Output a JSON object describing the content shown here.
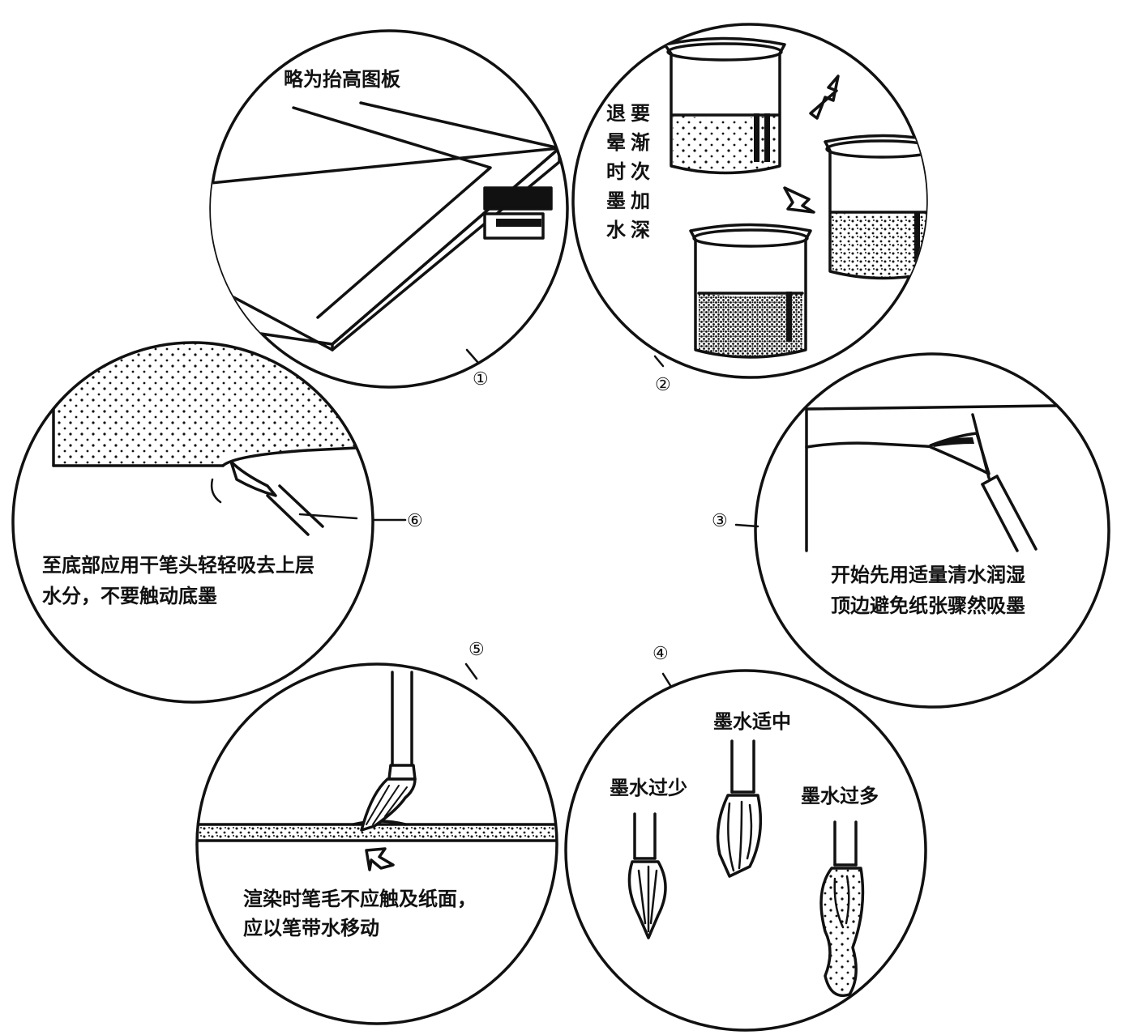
{
  "panels": [
    {
      "number": "①",
      "caption": "略为抬高图板"
    },
    {
      "number": "②",
      "caption_col1": "退晕时墨水",
      "caption_col2": "要渐次加深"
    },
    {
      "number": "③",
      "caption_line1": "开始先用适量清水润湿",
      "caption_line2": "顶边避免纸张骤然吸墨"
    },
    {
      "number": "④",
      "label_mid": "墨水适中",
      "label_low": "墨水过少",
      "label_high": "墨水过多"
    },
    {
      "number": "⑤",
      "caption_line1": "渲染时笔毛不应触及纸面，",
      "caption_line2": "应以笔带水移动"
    },
    {
      "number": "⑥",
      "caption_line1": "至底部应用干笔头轻轻吸去上层",
      "caption_line2": "水分，不要触动底墨"
    }
  ]
}
